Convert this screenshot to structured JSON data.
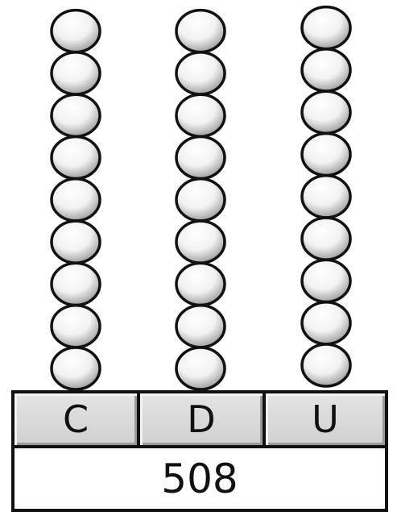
{
  "columns": [
    {
      "label": "C",
      "beads": 9
    },
    {
      "label": "D",
      "beads": 9
    },
    {
      "label": "U",
      "beads": 9
    }
  ],
  "total": "508"
}
